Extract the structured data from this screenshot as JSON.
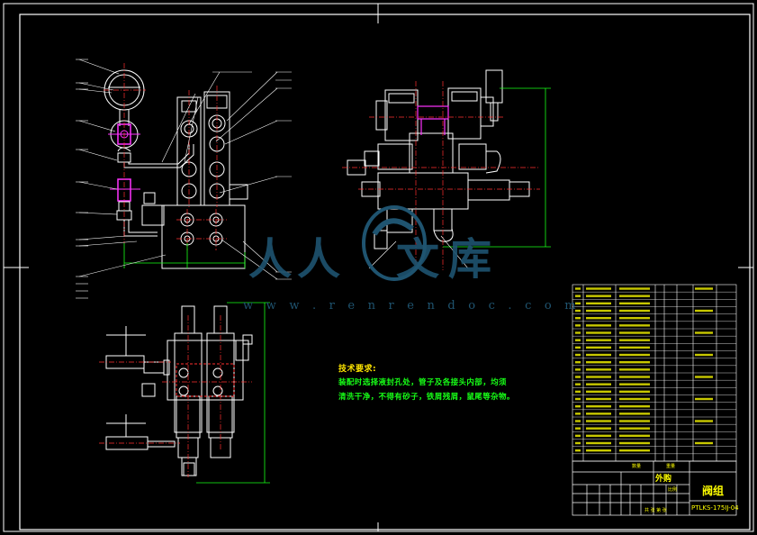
{
  "watermark": {
    "site_url": "w w w . r e n r e n d o c . c o m",
    "logo_chars": [
      "人",
      "人",
      "文",
      "库"
    ]
  },
  "technical_requirements": {
    "title": "技术要求:",
    "lines": [
      "装配时选择液封孔处，管子及各接头内部，均须",
      "清洗干净，不得有砂子，铁屑残屑，鼠尾等杂物。"
    ]
  },
  "title_block": {
    "drawing_name": "阀组",
    "drawing_number": "PTLKS-175IJ-04",
    "material": "外购",
    "quantity_label": "数量",
    "weight_label": "重量",
    "scale_label": "比例",
    "sheet_label": "共 张 第 张"
  },
  "colors": {
    "frame": "#ffffff",
    "parts": "#ffffff",
    "centerline": "#ff3030",
    "dimension": "#17ff17",
    "leader": "#ffffff",
    "magenta": "#ff33ff",
    "title_text": "#ffff00",
    "watermark": "#1f5470",
    "table_text": "#ffff00"
  }
}
